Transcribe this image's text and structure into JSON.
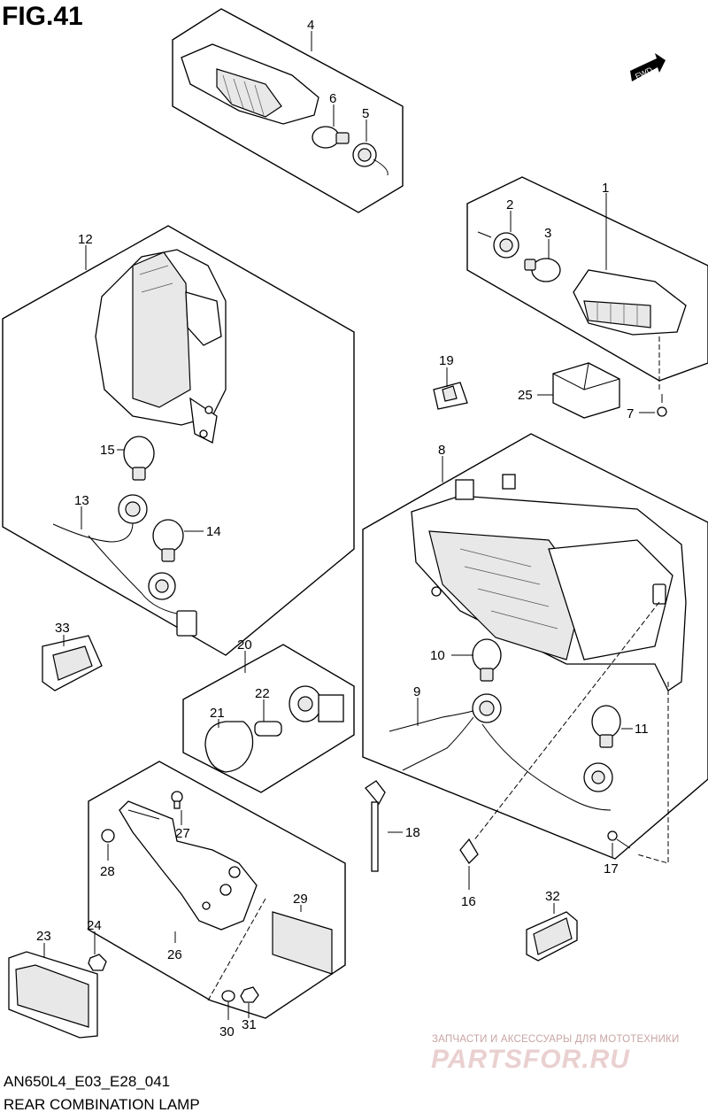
{
  "figure": {
    "title": "FIG.41",
    "code": "AN650L4_E03_E28_041",
    "name": "REAR COMBINATION LAMP"
  },
  "fwd_label": "FWD",
  "watermark": {
    "line1": "ЗАПЧАСТИ И АКСЕССУАРЫ ДЛЯ МОТОТЕХНИКИ",
    "logo": "PARTSFOR.RU"
  },
  "callouts": [
    "1",
    "2",
    "3",
    "4",
    "5",
    "6",
    "7",
    "8",
    "9",
    "10",
    "11",
    "12",
    "13",
    "14",
    "15",
    "16",
    "17",
    "18",
    "19",
    "20",
    "21",
    "22",
    "23",
    "24",
    "25",
    "26",
    "27",
    "28",
    "29",
    "30",
    "31",
    "32",
    "33"
  ]
}
